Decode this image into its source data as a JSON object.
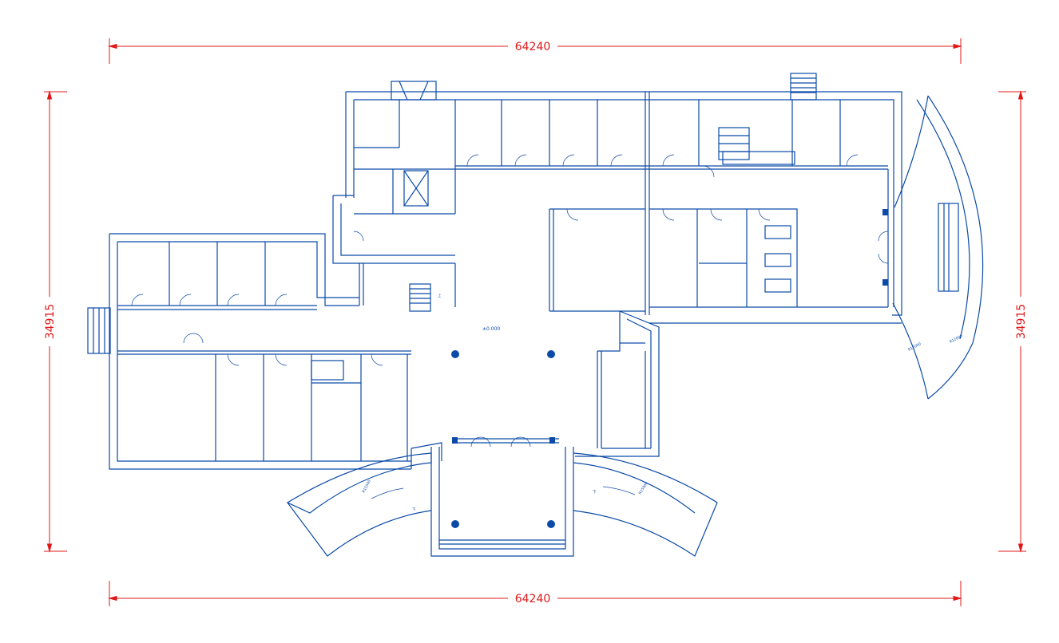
{
  "colors": {
    "line": "#0b4aa8",
    "dimension": "#e01818",
    "background": "#ffffff"
  },
  "dimensions": {
    "top_width": "64240",
    "bottom_width": "64240",
    "left_height": "34915",
    "right_height": "34915"
  },
  "annotations": {
    "elevation": "±0.000",
    "ramp_left_radius": "R15500",
    "ramp_right_radius": "R15000",
    "east_outer_radius": "R12000",
    "east_inner_radius": "R12000",
    "stair_down_left": "下",
    "stair_down_right": "下",
    "stair_up": "上"
  }
}
